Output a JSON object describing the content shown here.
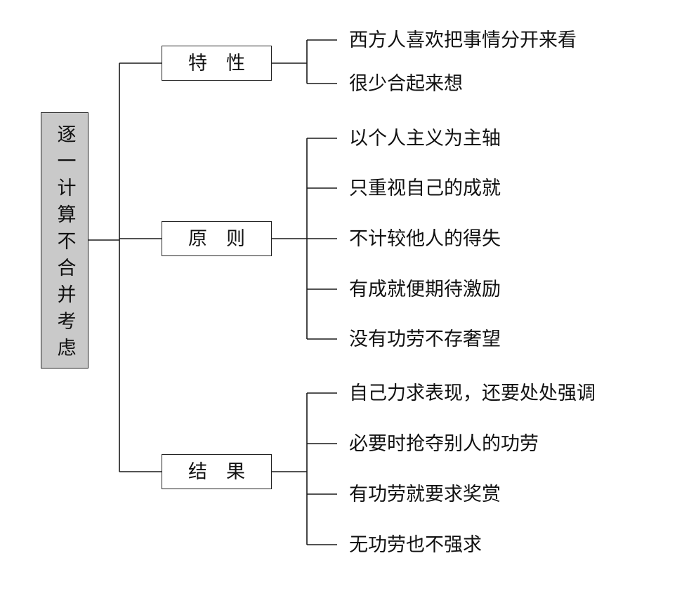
{
  "root": {
    "label": "逐一计算不合并考虑"
  },
  "branches": [
    {
      "label": "特　性",
      "items": [
        "西方人喜欢把事情分开来看",
        "很少合起来想"
      ]
    },
    {
      "label": "原　则",
      "items": [
        "以个人主义为主轴",
        "只重视自己的成就",
        "不计较他人的得失",
        "有成就便期待激励",
        "没有功劳不存奢望"
      ]
    },
    {
      "label": "结　果",
      "items": [
        "自己力求表现，还要处处强调",
        "必要时抢夺别人的功劳",
        "有功劳就要求奖赏",
        "无功劳也不强求"
      ]
    }
  ],
  "colors": {
    "root_fill": "#c9c9c9",
    "line": "#1a1a1a"
  }
}
